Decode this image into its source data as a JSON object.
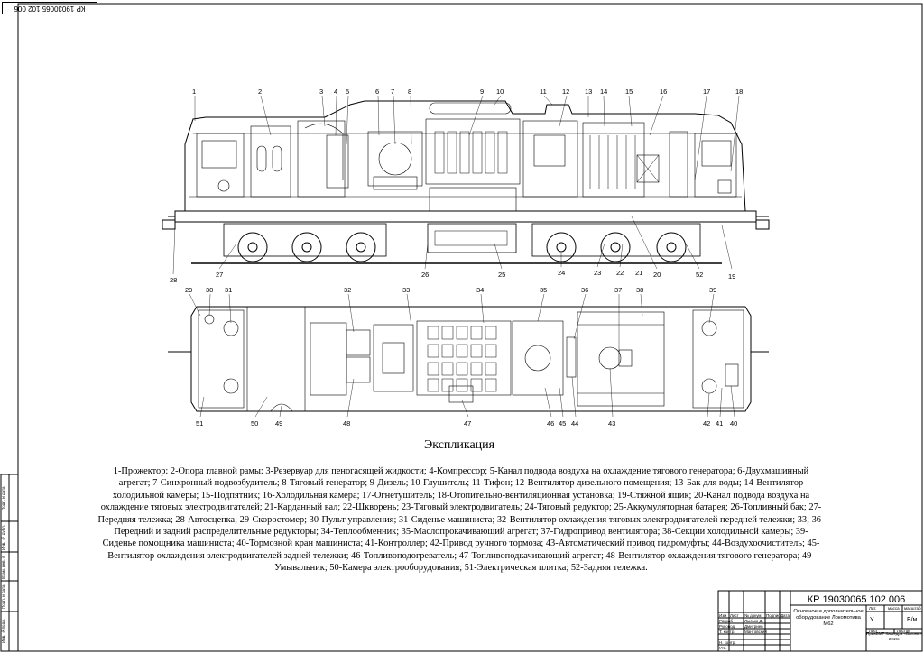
{
  "stamp_top": "КР 19030065 102 006",
  "legend": {
    "title": "Экспликация",
    "text": "1-Прожектор: 2-Опора главной рамы: 3-Резервуар для пеногасящей жидкости; 4-Компрессор; 5-Канал подвода воздуха на охлаждение тягового генератора; 6-Двухмашинный агрегат; 7-Синхронный подвозбудитель; 8-Тяговый генератор; 9-Дизель; 10-Глушитель; 11-Тифон; 12-Вентилятор дизельного помещения; 13-Бак для воды; 14-Вентилятор холодильной камеры; 15-Подпятник; 16-Холодильная камера; 17-Огнетушитель; 18-Отопительно-вентиляционная установка; 19-Стяжной ящик; 20-Канал подвода воздуха на охлаждение тяговых электродвигателей; 21-Карданный вал; 22-Шкворень; 23-Тяговый электродвигатель; 24-Тяговый редуктор; 25-Аккумуляторная батарея; 26-Топливный бак; 27-Передняя тележка; 28-Автосцепка; 29-Скоростомер; 30-Пульт управления; 31-Сиденье машиниста; 32-Вентилятор охлаждения тяговых электродвигателей передней тележки; 33; 36-Передний и задний распределительные редукторы; 34-Теплообменник; 35-Маслопрокачивающий агрегат; 37-Гидропривод вентилятора; 38-Секции холодильной камеры; 39-Сиденье помощника машиниста; 40-Тормозной кран машиниста; 41-Контроллер; 42-Привод ручного тормоза; 43-Автоматический привод гидромуфты; 44-Воздухоочиститель; 45-Вентилятор охлаждения электродвигателей задней тележки; 46-Топливоподогреватель; 47-Топливоподкачивающий агрегат; 48-Вентилятор охлаждения тягового генератора; 49-Умывальник; 50-Камера электрооборудования; 51-Электрическая плитка; 52-Задняя тележка."
  },
  "side_view_numbers": {
    "top": [
      "1",
      "2",
      "3",
      "4",
      "5",
      "6",
      "7",
      "8",
      "9",
      "10",
      "11",
      "12",
      "13",
      "14",
      "15",
      "16",
      "17",
      "18"
    ],
    "bottom": [
      "28",
      "27",
      "26",
      "25",
      "24",
      "23",
      "22",
      "21",
      "20",
      "52",
      "19"
    ]
  },
  "plan_view_numbers": {
    "top": [
      "29",
      "30",
      "31",
      "32",
      "33",
      "34",
      "35",
      "36",
      "37",
      "38",
      "39"
    ],
    "bottom": [
      "51",
      "50",
      "49",
      "48",
      "47",
      "46",
      "45",
      "44",
      "43",
      "42",
      "41",
      "40"
    ]
  },
  "title_block": {
    "code": "КР  19030065 102 006",
    "description": "Основное и дополнительное оборудование Локомотива М62",
    "roles": [
      "Изм",
      "Разраб",
      "Руковод.",
      "Т. контр.",
      "Н. контр.",
      "Утв."
    ],
    "names": [
      "Лысько Д.",
      "Дмитриев",
      "Мантовский"
    ],
    "headers": [
      "Лист",
      "№ докум.",
      "Подпись",
      "Дата"
    ],
    "lit_headers": [
      "Лит.",
      "масса",
      "масштаб"
    ],
    "lit_value": "У",
    "scale_value": "Б/м",
    "sheet_labels": [
      "Лист",
      "Листов"
    ],
    "org": "ПривВМТ Кафедра «Вагоны» 2019г."
  },
  "side_strip": [
    "Инв. №подл.",
    "Подп. и дата",
    "Взам. инв.№",
    "Инв. № дубл.",
    "Подп. и дата"
  ],
  "colors": {
    "line": "#000000",
    "paper": "#ffffff"
  }
}
